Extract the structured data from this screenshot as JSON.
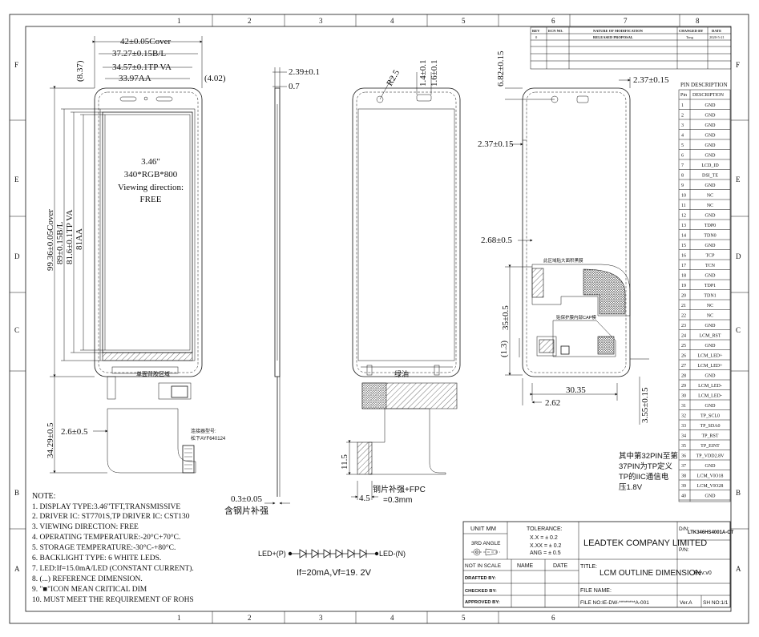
{
  "border": {
    "cols_top": [
      "1",
      "2",
      "3",
      "4",
      "5",
      "6",
      "7",
      "8"
    ],
    "cols_bottom": [
      "1",
      "2",
      "3",
      "4",
      "5",
      "6"
    ],
    "rows_left": [
      "F",
      "E",
      "D",
      "C",
      "B",
      "A"
    ],
    "rows_right": [
      "F",
      "E",
      "D",
      "C",
      "B",
      "A"
    ]
  },
  "revision_table": {
    "headers": [
      "REV",
      "ECN NO.",
      "NATURE OF MODIFICATION",
      "CHANGED BY",
      "DATE"
    ],
    "row": [
      "0",
      "",
      "RELEASED PROPOSAL",
      "Tang",
      "2020-5-21"
    ]
  },
  "front_view": {
    "dims_top": [
      "42±0.05Cover",
      "37.27±0.15B/L",
      "34.57±0.1TP VA",
      "33.97AA"
    ],
    "dim_837": "(8.37)",
    "dim_402": "(4.02)",
    "dims_left": [
      "99.36±0.05Cover",
      "89±0.15B/L",
      "81.6±0.1TP VA",
      "81AA"
    ],
    "screen_text": [
      "3.46\"",
      "340*RGB*800",
      "Viewing direction:",
      "FREE"
    ],
    "fpc_text": "单面背胶区域",
    "dim_bottom_left": "34.29±0.5",
    "dim_26": "2.6±0.5",
    "part_note_1": "连接器型号:",
    "part_note_2": "松下AYF640124"
  },
  "side_view": {
    "dim_239": "2.39±0.1",
    "dim_07": "0.7",
    "dim_03": "0.3±0.05",
    "note": "含钢片补强"
  },
  "back_view": {
    "dim_r": "R2.5",
    "dim_14": "1.4±0.1",
    "dim_16": "1.6±0.1",
    "green_label": "绿油",
    "dim_115": "11.5",
    "dim_45": "4.5",
    "stiffener_1": "钢片补强+FPC",
    "stiffener_2": "=0.3mm"
  },
  "right_view": {
    "dim_682": "6.82±0.15",
    "dim_237_top": "2.37±0.15",
    "dim_237_left": "2.37±0.15",
    "dim_268": "2.68±0.5",
    "label_black": "此区域贴大面积黑膜",
    "label_cap": "贴保护膜内部CAP模",
    "dim_35": "35±0.5",
    "dim_13": "(1.3)",
    "dim_3035": "30.35",
    "dim_262": "2.62",
    "dim_355": "3.55±0.15",
    "note_lines": [
      "其中第32PIN至第",
      "37PIN为TP定义",
      "TP的IIC通信电",
      "压1.8V"
    ]
  },
  "pin_table": {
    "title": "PIN DESCRIPTION",
    "headers": [
      "Pin",
      "DESCRIPTION"
    ],
    "pins": [
      [
        "1",
        "GND"
      ],
      [
        "2",
        "GND"
      ],
      [
        "3",
        "GND"
      ],
      [
        "4",
        "GND"
      ],
      [
        "5",
        "GND"
      ],
      [
        "6",
        "GND"
      ],
      [
        "7",
        "LCD_ID"
      ],
      [
        "8",
        "DSI_TE"
      ],
      [
        "9",
        "GND"
      ],
      [
        "10",
        "NC"
      ],
      [
        "11",
        "NC"
      ],
      [
        "12",
        "GND"
      ],
      [
        "13",
        "TDP0"
      ],
      [
        "14",
        "TDN0"
      ],
      [
        "15",
        "GND"
      ],
      [
        "16",
        "TCP"
      ],
      [
        "17",
        "TCN"
      ],
      [
        "18",
        "GND"
      ],
      [
        "19",
        "TDP1"
      ],
      [
        "20",
        "TDN1"
      ],
      [
        "21",
        "NC"
      ],
      [
        "22",
        "NC"
      ],
      [
        "23",
        "GND"
      ],
      [
        "24",
        "LCM_RST"
      ],
      [
        "25",
        "GND"
      ],
      [
        "26",
        "LCM_LED+"
      ],
      [
        "27",
        "LCM_LED+"
      ],
      [
        "28",
        "GND"
      ],
      [
        "29",
        "LCM_LED-"
      ],
      [
        "30",
        "LCM_LED-"
      ],
      [
        "31",
        "GND"
      ],
      [
        "32",
        "TP_SCL0"
      ],
      [
        "33",
        "TP_SDA0"
      ],
      [
        "34",
        "TP_RST"
      ],
      [
        "35",
        "TP_EINT"
      ],
      [
        "36",
        "TP_VDD2.8V"
      ],
      [
        "37",
        "GND"
      ],
      [
        "38",
        "LCM_VIO18"
      ],
      [
        "39",
        "LCM_VIO28"
      ],
      [
        "40",
        "GND"
      ]
    ]
  },
  "notes": {
    "title": "NOTE:",
    "items": [
      "1. DISPLAY TYPE:3.46\"TFT,TRANSMISSIVE",
      "2. DRIVER IC: ST7701S,TP DRIVER IC: CST130",
      "3. VIEWING DIRECTION: FREE",
      "4. OPERATING TEMPERATURE:-20°C+70°C.",
      "5. STORAGE TEMPERATURE:-30°C-+80°C.",
      "6. BACKLIGHT TYPE:  6  WHITE LEDS.",
      "7. LED:If=15.0mA/LED (CONSTANT CURRENT).",
      "8. (...) REFERENCE DIMENSION.",
      "9. \"■\"ICON MEAN CRITICAL DIM",
      "10. MUST MEET THE REQUIREMENT OF ROHS"
    ]
  },
  "led_circuit": {
    "left_label": "LED+(P)",
    "right_label": "LED-(N)",
    "spec": "If=20mA,Vf=19. 2V"
  },
  "title_block": {
    "unit": "UNIT MM",
    "angle": "3RD ANGLE",
    "tolerance_title": "TOLERANCE:",
    "tolerance_lines": [
      "X.X   = ± 0.2",
      "X.XX = ± 0.2",
      "ANG = ± 0.5"
    ],
    "company": "LEADTEK COMPANY LIMITED",
    "dn_label": "D/N:",
    "dn_value": "LTK346HS4001A-CT",
    "pn_label": "P/N:",
    "not_in_scale": "NOT IN SCALE",
    "name_hdr": "NAME",
    "date_hdr": "DATE",
    "drafted": "DRAFTED BY:",
    "checked": "CHECKED BY:",
    "approved": "APPROVED BY:",
    "title_label": "TITLE:",
    "title_value": "LCM OUTLINE DIMENSION",
    "rev": "Rev:v0",
    "file_name": "FILE NAME:",
    "file_no": "FILE NO:IE-DW-********A-001",
    "ver": "Ver.A",
    "sheet": "SH NO:1/1"
  }
}
